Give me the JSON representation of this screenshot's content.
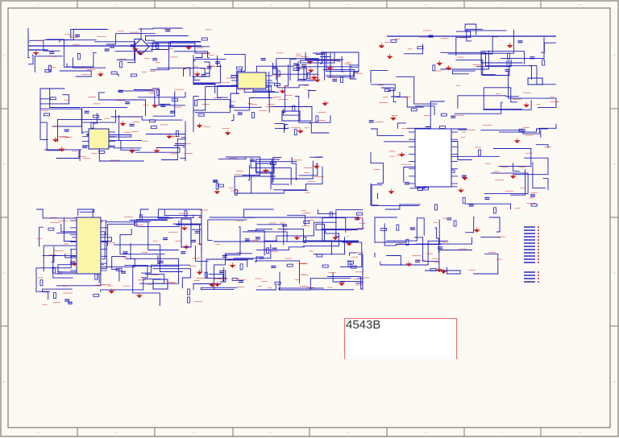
{
  "sheet": {
    "zone_columns": [
      "1",
      "2",
      "3",
      "4",
      "5",
      "6",
      "7",
      "8"
    ],
    "zone_rows": [
      "A",
      "B",
      "C",
      "D"
    ],
    "colors": {
      "background": "#fdfaf3",
      "border": "#7a7a72",
      "wire": "#1a1ab8",
      "component": "#c81e1e",
      "ic_fill": "#fbf5a8",
      "title_border": "#f06a6a"
    }
  },
  "title_block": {
    "text": "4543B"
  }
}
